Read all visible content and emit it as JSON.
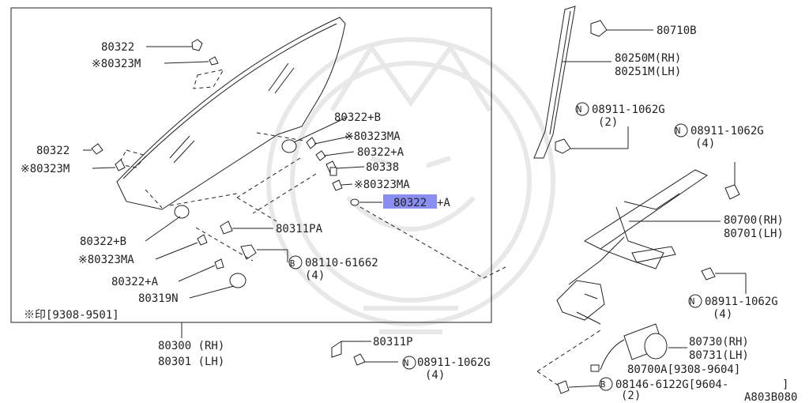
{
  "labels": {
    "p80322_top": "80322",
    "p80323m_top": "※80323M",
    "p80322b_top": "80322+B",
    "p80323ma_1": "※80323MA",
    "p80322a_1": "80322+A",
    "p80338": "80338",
    "p80323ma_2": "※80323MA",
    "p80322a_hl": "80322",
    "p80322a_hl_suffix": "+A",
    "p80322_left": "80322",
    "p80323m_left": "※80323M",
    "p80311pa": "80311PA",
    "p80322b_bot": "80322+B",
    "p80323ma_bot": "※80323MA",
    "b08110": "08110-61662",
    "b08110_qty": "(4)",
    "p80322a_bot": "80322+A",
    "p80319n": "80319N",
    "note": "※印[9308-9501]",
    "p80300": "80300 (RH)",
    "p80301": "80301 (LH)",
    "p80311p": "80311P",
    "n08911_bot": "08911-1062G",
    "n08911_bot_qty": "(4)",
    "p80710b": "80710B",
    "p80250m": "80250M(RH)",
    "p80251m": "80251M(LH)",
    "n08911_top": "08911-1062G",
    "n08911_top_qty": "(2)",
    "n08911_right": "08911-1062G",
    "n08911_right_qty": "(4)",
    "p80700": "80700(RH)",
    "p80701": "80701(LH)",
    "n08911_mid": "08911-1062G",
    "n08911_mid_qty": "(4)",
    "p80730": "80730(RH)",
    "p80731": "80731(LH)",
    "p80700a": "80700A[9308-9604]",
    "b08146": "08146-6122G[9604-",
    "b08146_close": "]",
    "b08146_qty": "(2)",
    "diagram_code": "A803B080",
    "circle_n": "N",
    "circle_b": "B"
  }
}
